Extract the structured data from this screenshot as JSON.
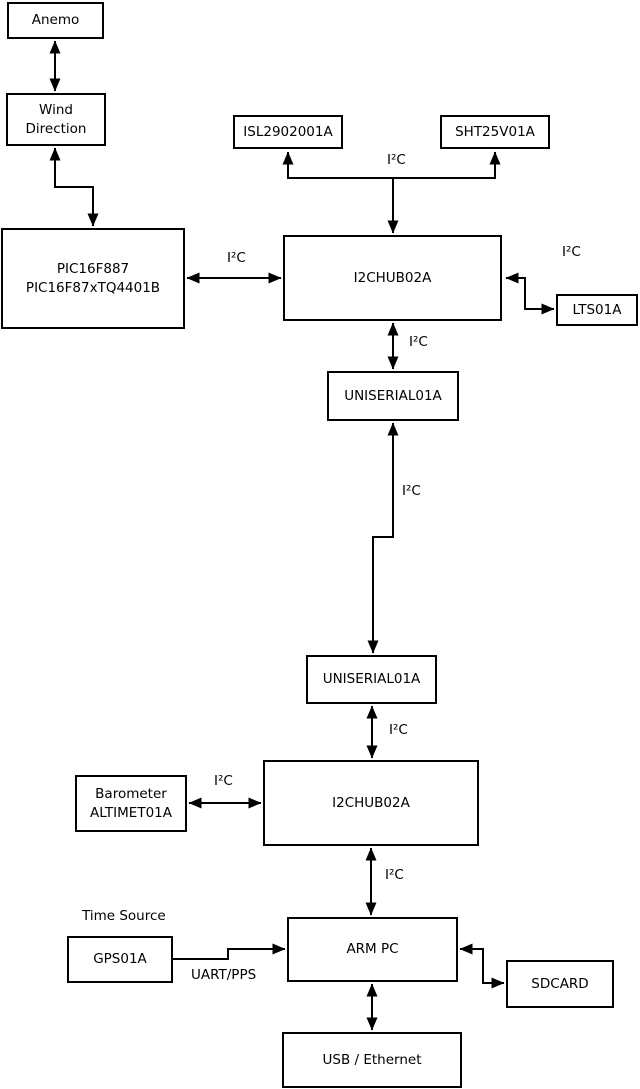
{
  "diagram": {
    "colors": {
      "background": "#ffffff",
      "stroke": "#000000"
    },
    "boxes": {
      "anemo": {
        "label": "Anemo"
      },
      "wind": {
        "label": "Wind\nDirection"
      },
      "pic": {
        "label": "PIC16F887\nPIC16F87xTQ4401B"
      },
      "isl": {
        "label": "ISL2902001A"
      },
      "sht": {
        "label": "SHT25V01A"
      },
      "hub1": {
        "label": "I2CHUB02A"
      },
      "lts": {
        "label": "LTS01A"
      },
      "uniserial1": {
        "label": "UNISERIAL01A"
      },
      "uniserial2": {
        "label": "UNISERIAL01A"
      },
      "hub2": {
        "label": "I2CHUB02A"
      },
      "barometer": {
        "label": "Barometer\nALTIMET01A"
      },
      "gps": {
        "label": "GPS01A"
      },
      "armpc": {
        "label": "ARM PC"
      },
      "sdcard": {
        "label": "SDCARD"
      },
      "usb": {
        "label": "USB / Ethernet"
      }
    },
    "edge_labels": {
      "i2c_isl_sht": "I²C",
      "i2c_pic_hub1": "I²C",
      "i2c_hub1_lts": "I²C",
      "i2c_hub1_uniserial1": "I²C",
      "i2c_uniserial1_uniserial2": "I²C",
      "i2c_uniserial2_hub2": "I²C",
      "i2c_barometer_hub2": "I²C",
      "i2c_hub2_armpc": "I²C",
      "time_source": "Time Source",
      "uart_pps": "UART/PPS"
    }
  }
}
